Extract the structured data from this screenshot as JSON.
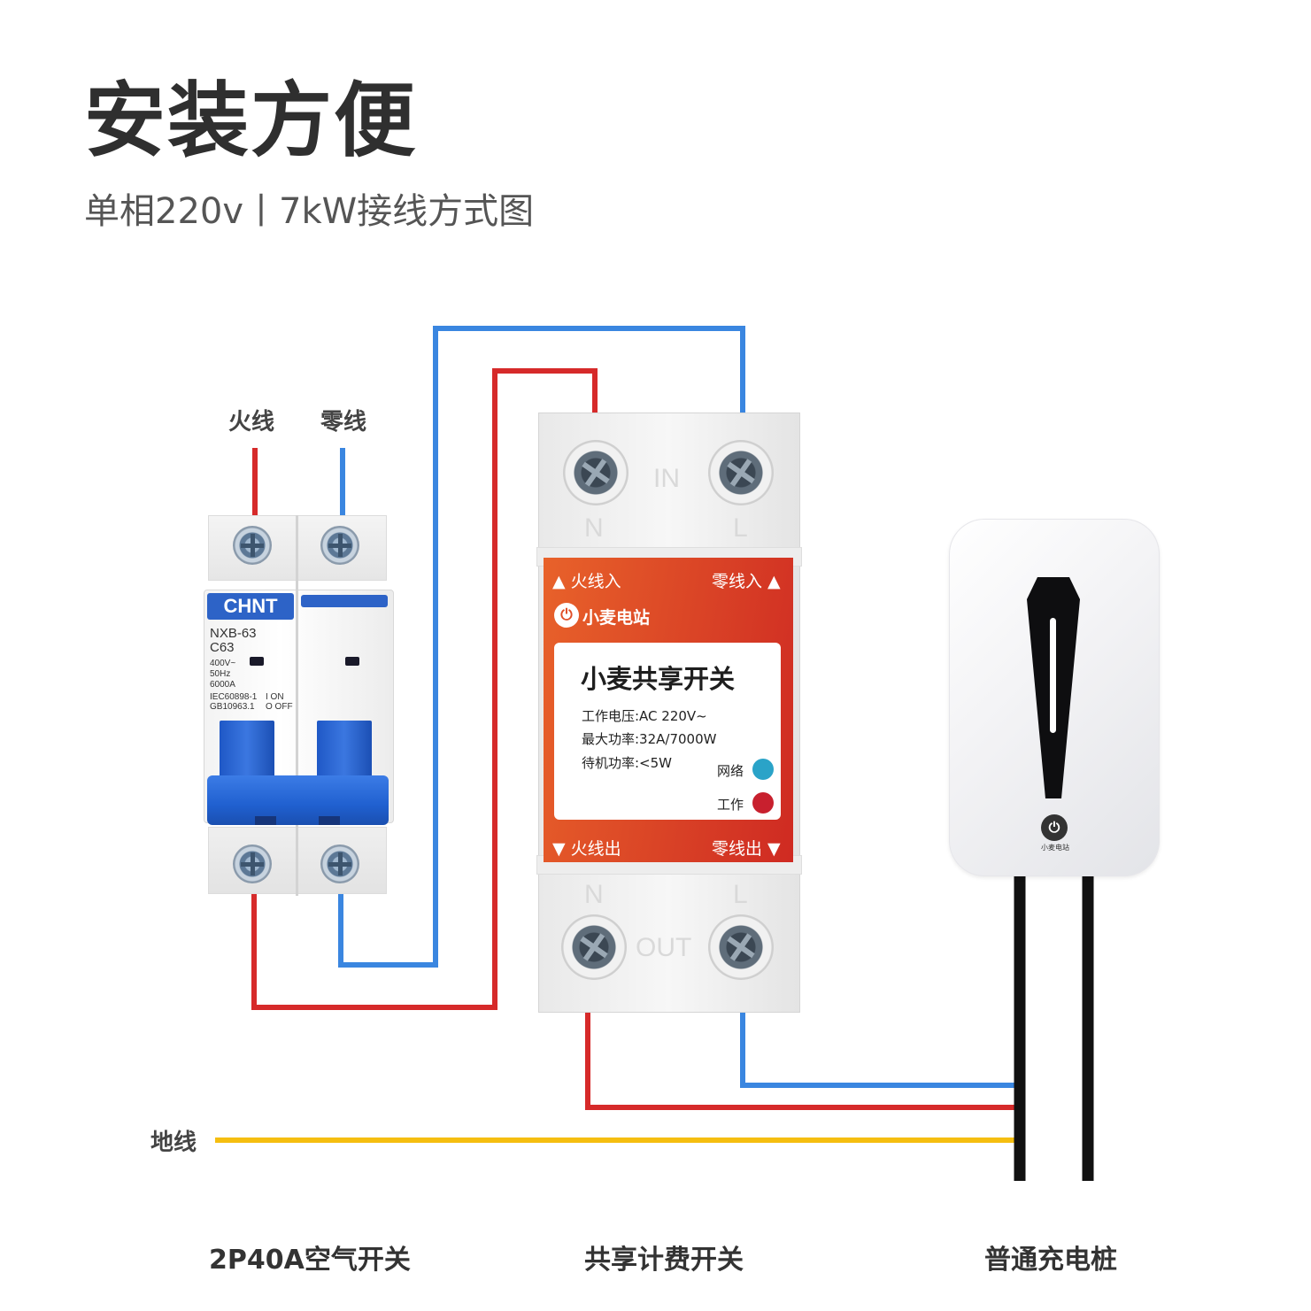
{
  "title": "安装方便",
  "subtitle": "单相220v丨7kW接线方式图",
  "wire_labels": {
    "live": "火线",
    "neutral": "零线",
    "ground": "地线"
  },
  "bottom_labels": {
    "breaker": "2P40A空气开关",
    "switch": "共享计费开关",
    "charger": "普通充电桩"
  },
  "breaker": {
    "brand": "CHNT",
    "model": "NXB-63",
    "rating": "C63",
    "specs": [
      "400V~",
      "50Hz",
      "6000A",
      "IEC60898-1",
      "GB10963.1"
    ],
    "on_off": [
      "I ON",
      "O OFF"
    ]
  },
  "switch": {
    "in_live": "▲ 火线入",
    "in_neutral": "零线入 ▲",
    "out_live": "▼ 火线出",
    "out_neutral": "零线出 ▼",
    "logo_text": "小麦电站",
    "product": "小麦共享开关",
    "specs": [
      "工作电压:AC 220V~",
      "最大功率:32A/7000W",
      "待机功率:<5W"
    ],
    "indicators": [
      {
        "label": "网络",
        "color": "#2aa3c8"
      },
      {
        "label": "工作",
        "color": "#c8202e"
      }
    ],
    "emboss_top": "IN",
    "emboss_bottom": "OUT",
    "emboss_n": "N",
    "emboss_l": "L"
  },
  "charger": {
    "logo_text": "小麦电站"
  },
  "colors": {
    "live": "#d62a2a",
    "neutral": "#3a86e0",
    "ground": "#f5be10",
    "cable": "#111111"
  }
}
